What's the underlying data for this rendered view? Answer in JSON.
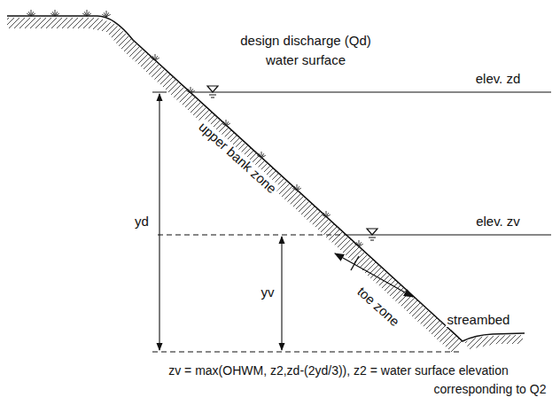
{
  "diagram": {
    "labels": [
      "design discharge (Qd)",
      "water surface",
      "elev. zd",
      "elev. zv",
      "yd",
      "yv",
      "upper bank zone",
      "toe zone",
      "streambed",
      "zv = max(OHWM, z2,zd-(2yd/3)),  z2 = water surface elevation",
      "corresponding to Q2"
    ]
  }
}
